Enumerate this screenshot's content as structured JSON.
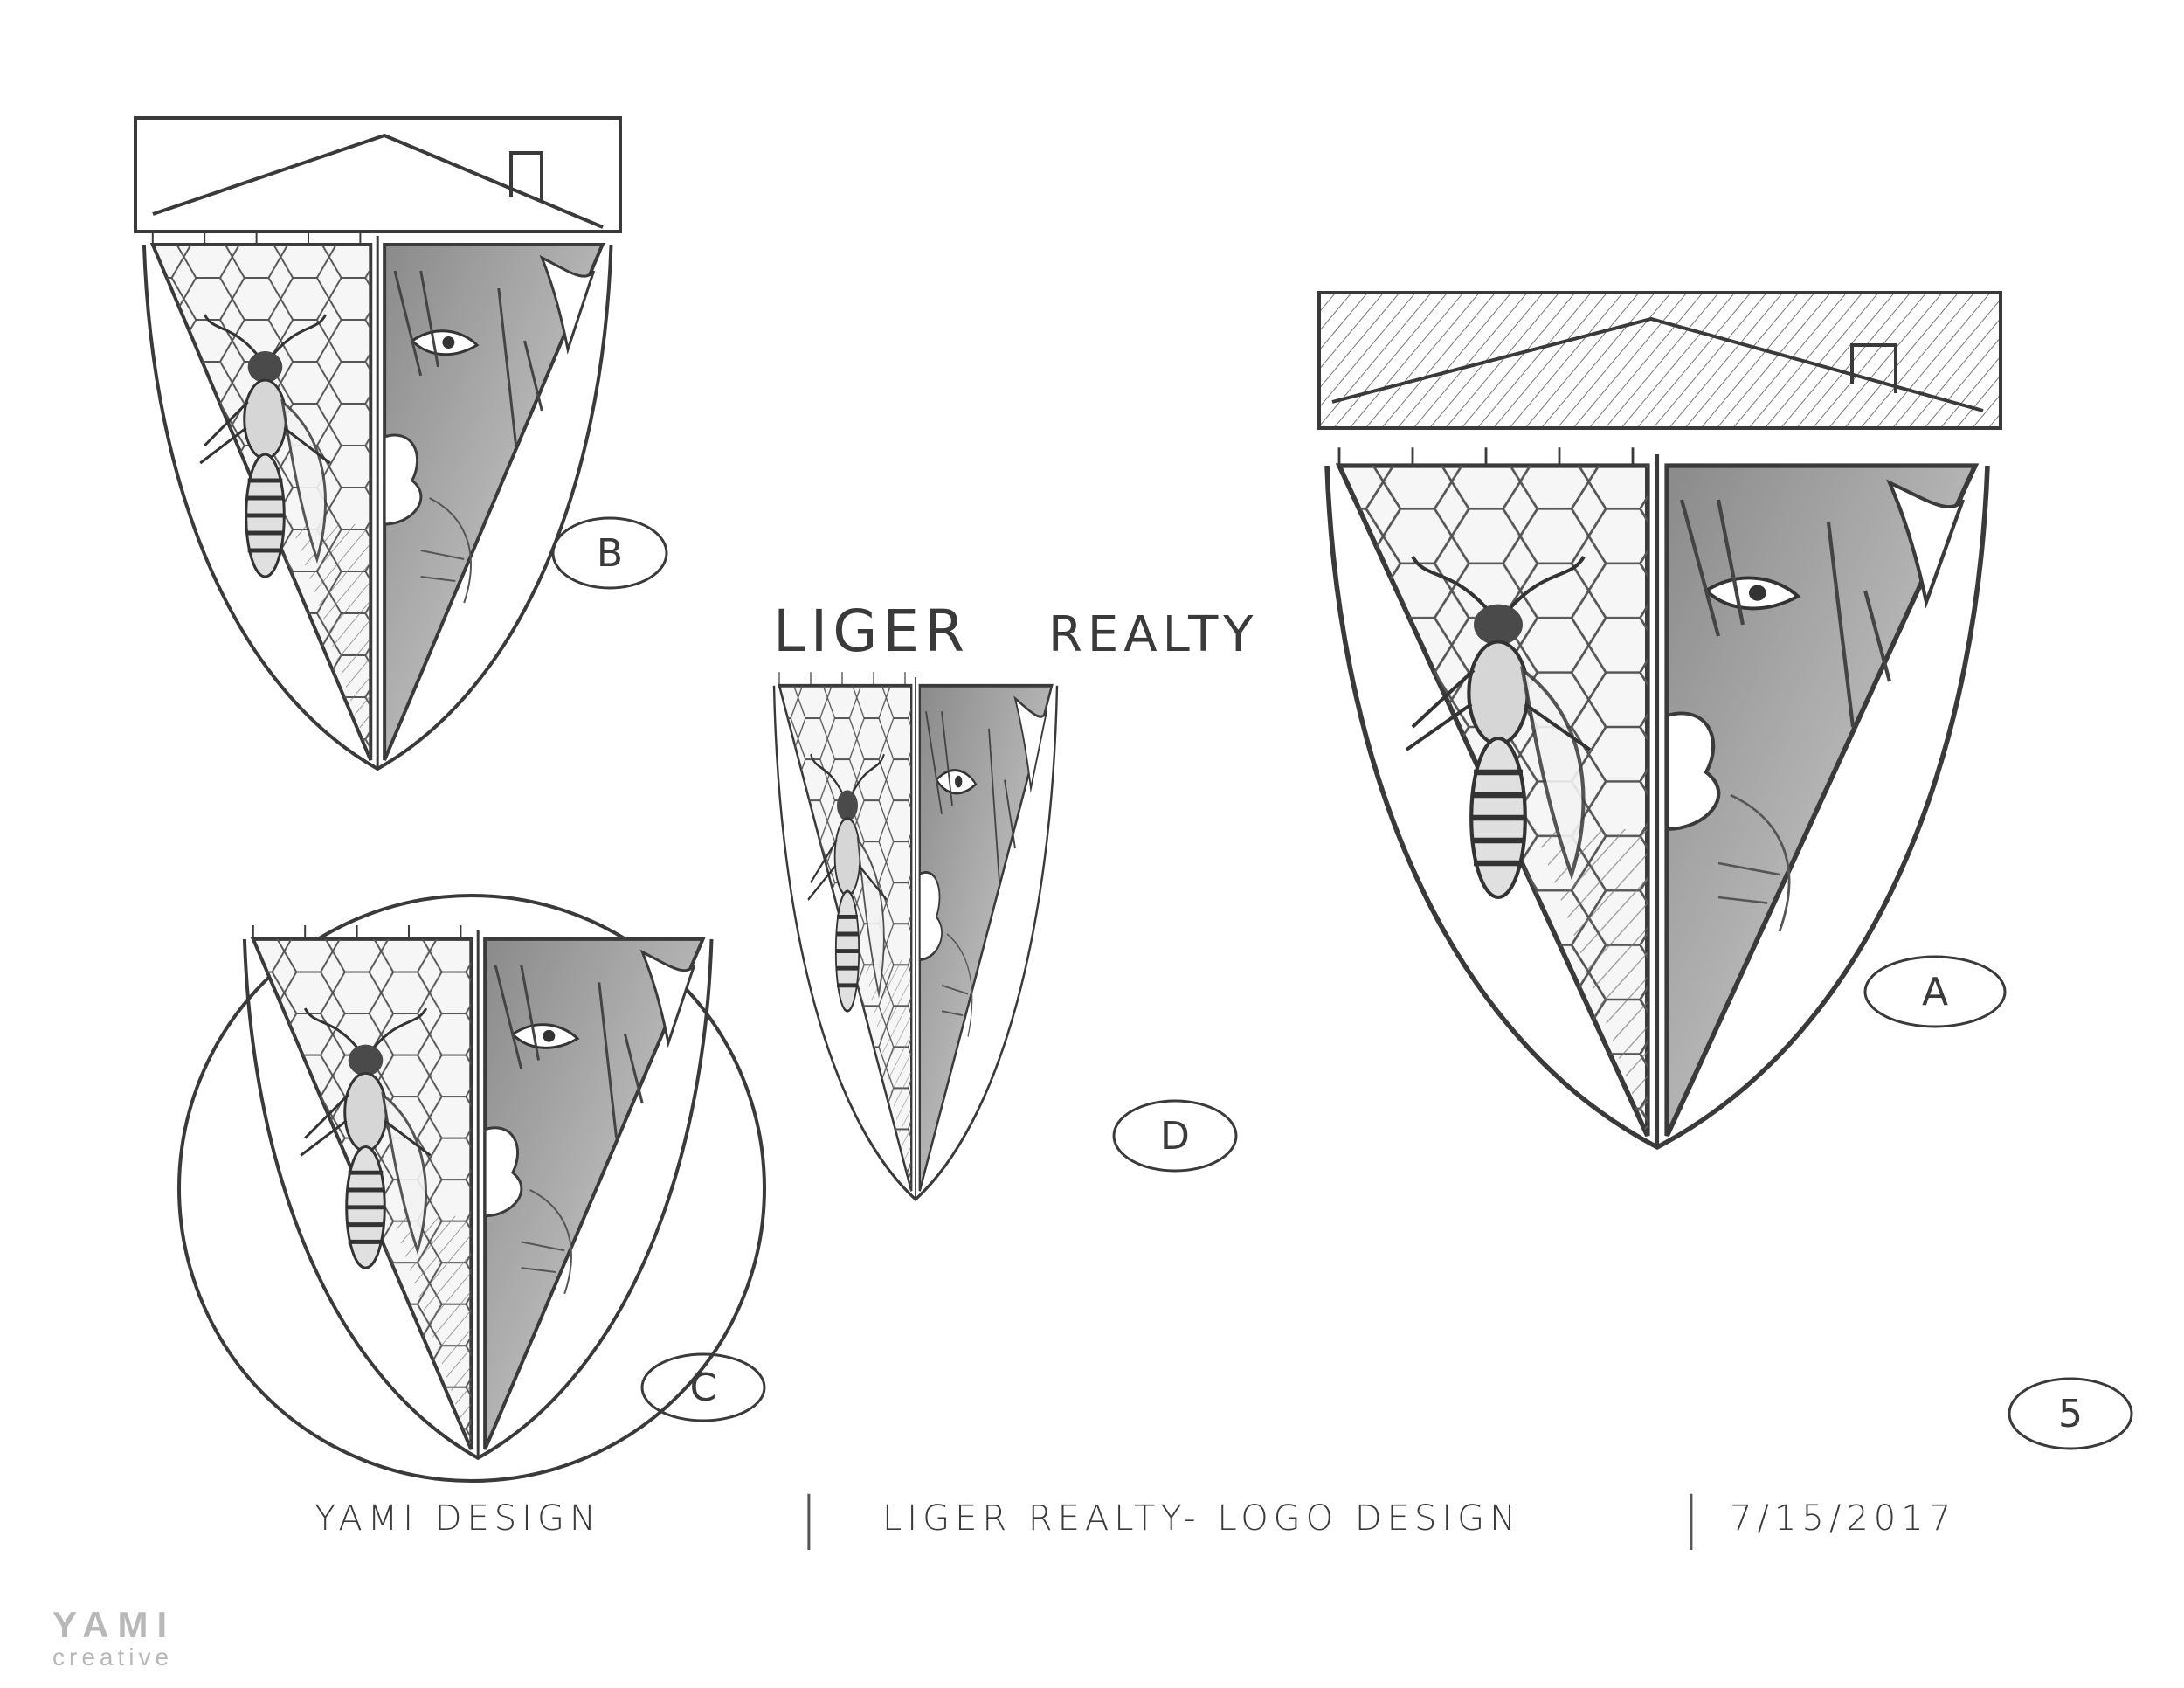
{
  "sketches": [
    {
      "id": "B",
      "label": "B",
      "variant": "shield-with-roof"
    },
    {
      "id": "C",
      "label": "C",
      "variant": "shield-in-circle"
    },
    {
      "id": "D",
      "label": "D",
      "variant": "shield-with-wordmark"
    },
    {
      "id": "A",
      "label": "A",
      "variant": "shield-with-filled-roof"
    }
  ],
  "wordmark": {
    "left": "LIGER",
    "right": "REALTY"
  },
  "page_number": "5",
  "footer": {
    "studio": "YAMI DESIGN",
    "project": "LIGER REALTY- LOGO DESIGN",
    "date": "7/15/2017"
  },
  "brand": {
    "mark": "YAMI",
    "sub": "creative"
  },
  "colors": {
    "ink": "#3a3a3a",
    "tone_dark": "#6e6e6e",
    "tone_light": "#b9b9b9",
    "paper": "#ffffff"
  }
}
